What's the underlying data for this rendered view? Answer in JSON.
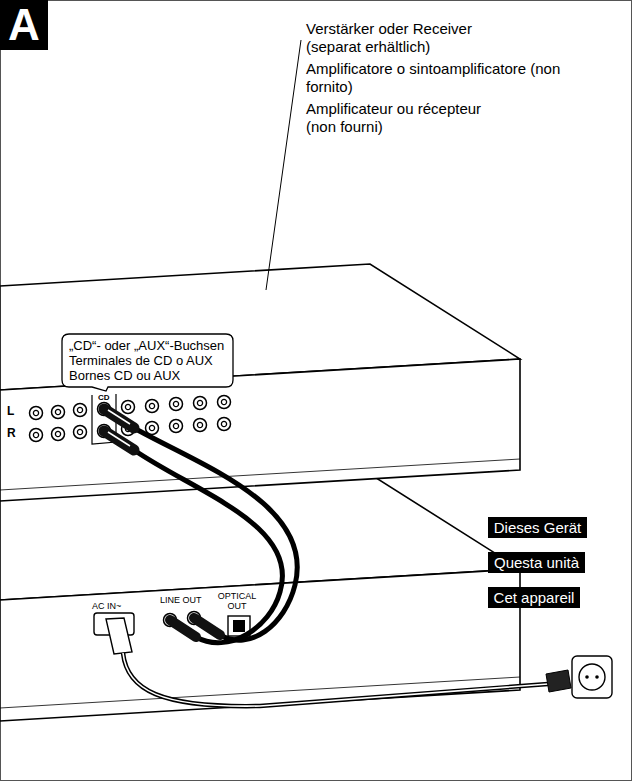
{
  "diagram": {
    "nodes": [
      {
        "text": [
          "A"
        ]
      },
      {
        "text": [
          "„CD“- oder „AUX“-Buchsen",
          "Terminales de CD o AUX",
          "Bornes CD ou AUX"
        ]
      },
      {
        "text": [
          "Dieses Gerät"
        ]
      },
      {
        "text": [
          "Questa unità"
        ]
      },
      {
        "text": [
          "Cet appareil"
        ]
      }
    ],
    "labels": [
      "Verstärker oder Receiver (separat erhältlich)",
      "Amplificatore o sintoamplificatore (non fornito)",
      "Amplificateur ou récepteur (non fourni)",
      "L",
      "CD",
      "R",
      "AC IN~",
      "LINE OUT",
      "OPTICAL OUT"
    ]
  }
}
